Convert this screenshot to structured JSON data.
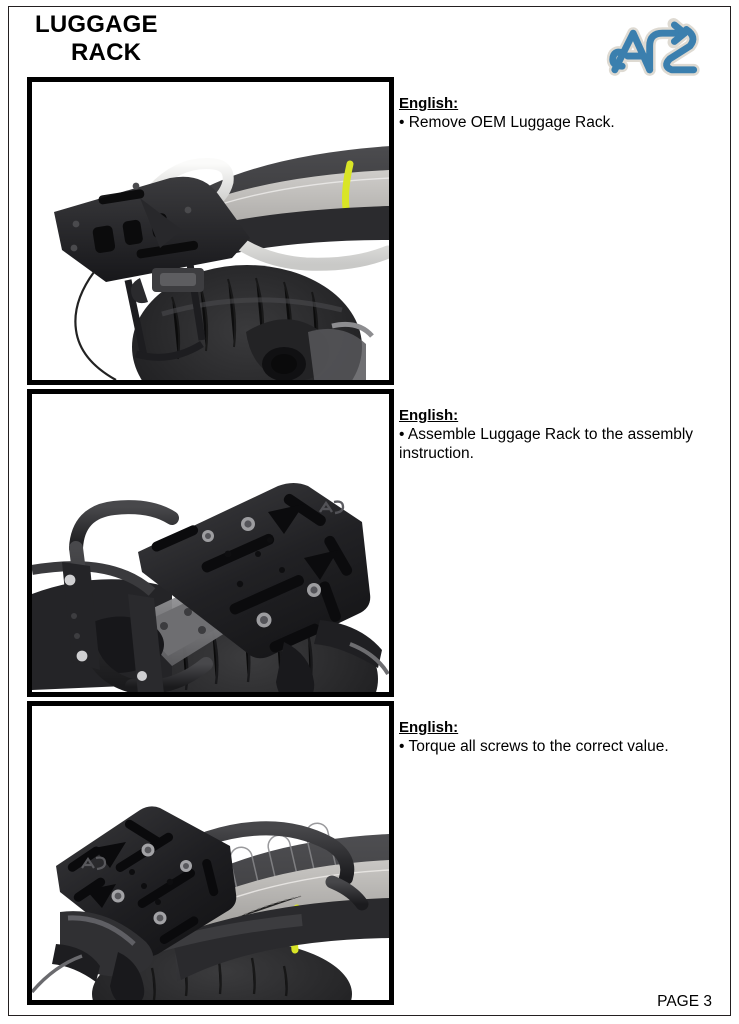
{
  "document": {
    "title_line1": "LUGGAGE",
    "title_line2": "RACK",
    "page_label": "PAGE 3",
    "logo_alt": "AS"
  },
  "steps": [
    {
      "id": "step-1",
      "heading": "English:",
      "text": "• Remove OEM Luggage Rack.",
      "photo_alt": "Motorcycle rear with OEM black luggage rack, white grab rails and seat with yellow stripe"
    },
    {
      "id": "step-2",
      "heading": "English:",
      "text": "• Assemble Luggage Rack to the assembly instruction.",
      "photo_alt": "Black aluminium luggage rack plate mounted on subframe with screws"
    },
    {
      "id": "step-3",
      "heading": "English:",
      "text": "• Torque all screws to the correct value.",
      "photo_alt": "Completed installation of luggage rack above the rear seat"
    }
  ],
  "colors": {
    "border": "#231f20",
    "frame": "#000000",
    "logo_blue": "#3b7fae",
    "logo_outline": "#dedad2",
    "seat_dark": "#3a3a3c",
    "seat_gray": "#b9b7b4",
    "stripe_yellow": "#d9e526",
    "rail_white": "#f0f0ef",
    "rack_black": "#1a1a1c",
    "tire_black": "#2a2a2b"
  }
}
